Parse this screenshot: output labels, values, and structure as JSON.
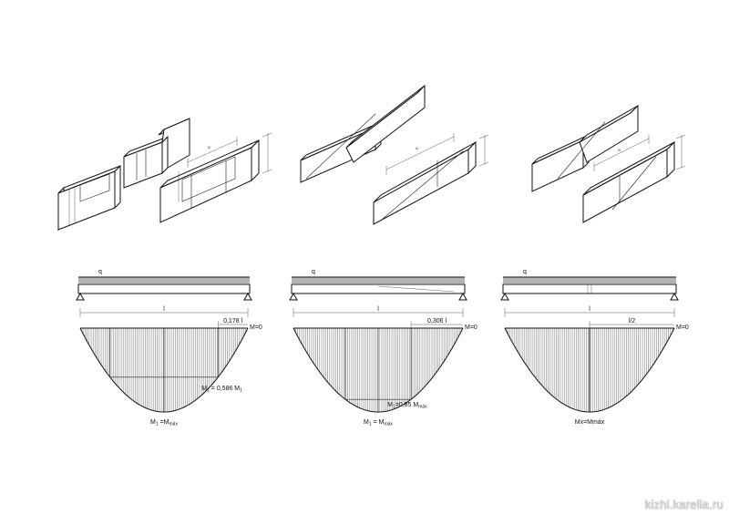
{
  "watermark": "kizhi.karelia.ru",
  "joints": [
    {
      "name": "stepped-scarf-joint",
      "dim_label": "l1"
    },
    {
      "name": "diagonal-scarf-joint",
      "dim_label": "l1"
    },
    {
      "name": "oblique-splice-joint",
      "dim_label": "l1"
    }
  ],
  "beams": [
    {
      "load_label": "q",
      "span_label": "l",
      "offset_label": "0,178 l",
      "zero_moment": "M=0",
      "joint_moment": {
        "main": "M",
        "sub": "1",
        "rest": " = 0,586 M",
        "rest_sub": "1"
      },
      "max_moment": {
        "main": "M",
        "sub": "1",
        "rest": " =M",
        "rest_sub": "máx"
      }
    },
    {
      "load_label": "q",
      "span_label": "l",
      "offset_label": "0,306 l",
      "zero_moment": "M=0",
      "joint_moment": {
        "main": "M",
        "sub": "1",
        "rest": "=0,85 M",
        "rest_sub": "máx"
      },
      "max_moment": {
        "main": "M",
        "sub": "1",
        "rest": " = M",
        "rest_sub": "máx"
      }
    },
    {
      "load_label": "q",
      "span_label": "l",
      "offset_label": "l/2",
      "zero_moment": "M=0",
      "joint_moment": null,
      "max_moment": {
        "main": "Mx=Mmáx",
        "sub": "",
        "rest": "",
        "rest_sub": ""
      }
    }
  ],
  "chart_data": {
    "type": "diagram",
    "description_free": true,
    "beams": [
      {
        "joint_position_fraction": 0.178,
        "joint_moment_ratio": 0.586
      },
      {
        "joint_position_fraction": 0.306,
        "joint_moment_ratio": 0.85
      },
      {
        "joint_position_fraction": 0.5,
        "joint_moment_ratio": 1.0
      }
    ]
  }
}
